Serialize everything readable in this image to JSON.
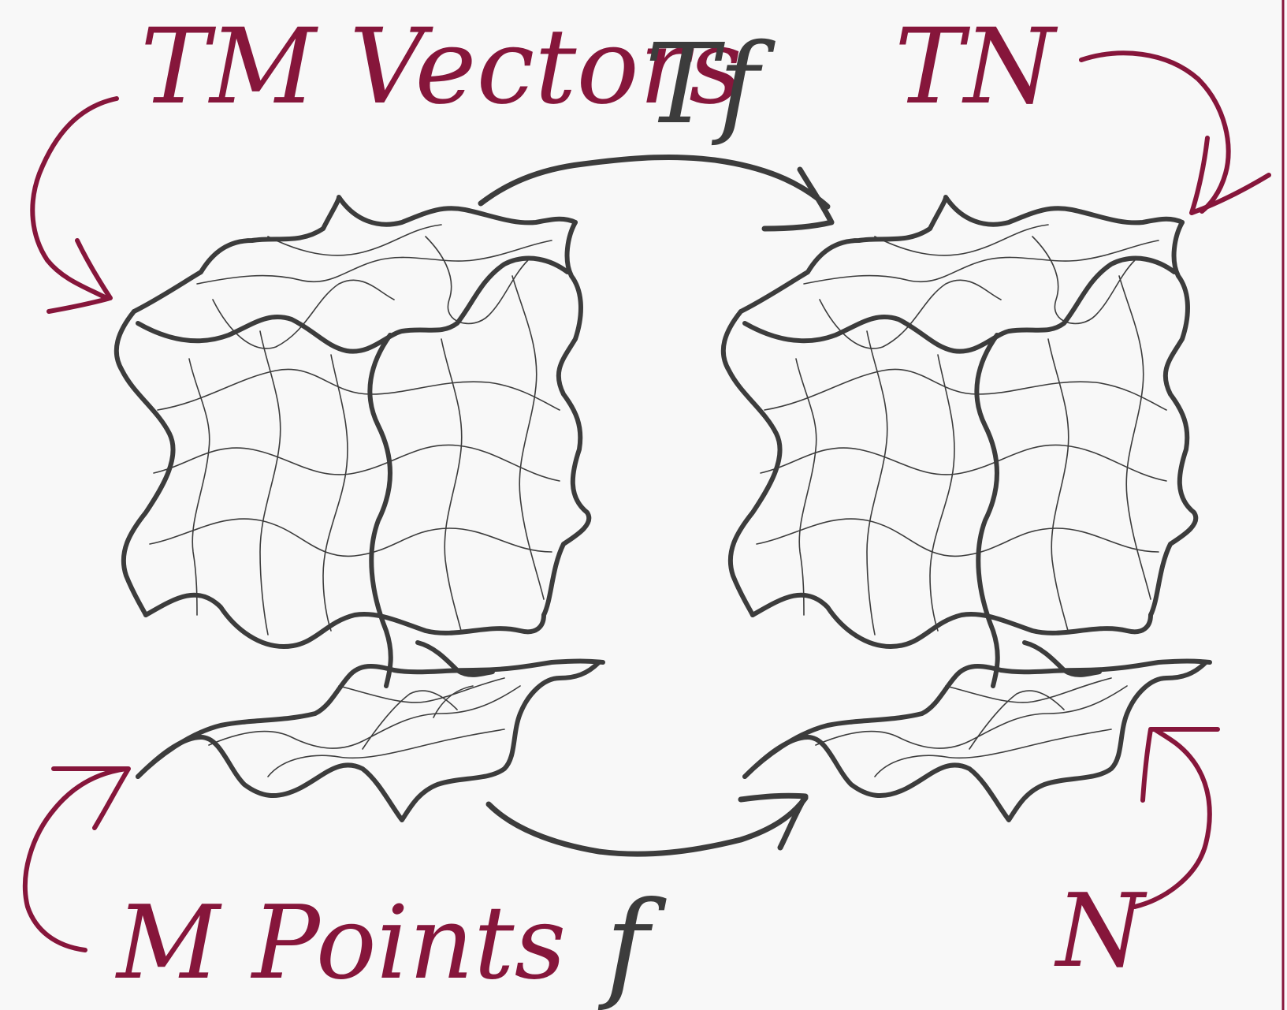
{
  "labels": {
    "tm_vectors": "TM Vectors",
    "tf": "Tf",
    "tn": "TN",
    "m_points": "M Points",
    "f": "f",
    "n": "N"
  },
  "colors": {
    "background": "#f8f8f8",
    "red_ink": "#86163b",
    "dark_ink": "#3c3c3c"
  }
}
